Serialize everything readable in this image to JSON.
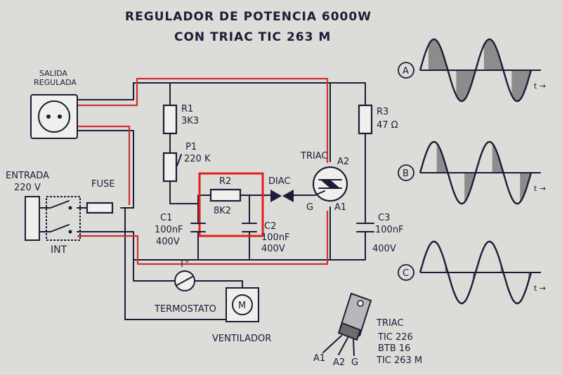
{
  "title": {
    "line1": "REGULADOR DE POTENCIA 6000W",
    "line2": "CON TRIAC TIC 263 M"
  },
  "labels": {
    "salida1": "SALIDA",
    "salida2": "REGULADA",
    "entrada1": "ENTRADA",
    "entrada2": "220 V",
    "fuse": "FUSE",
    "int": "INT",
    "r1": "R1",
    "r1v": "3K3",
    "p1": "P1",
    "p1v": "220 K",
    "r2": "R2",
    "r2v": "8K2",
    "diac": "DIAC",
    "triac": "TRIAC",
    "a2": "A2",
    "a1": "A1",
    "g": "G",
    "r3": "R3",
    "r3v": "47 Ω",
    "c1": "C1",
    "c1a": "100nF",
    "c1b": "400V",
    "c2": "C2",
    "c2a": "100nF",
    "c2b": "400V",
    "c3": "C3",
    "c3a": "100nF",
    "c3b": "400V",
    "to": "T°",
    "termostato": "TERMOSTATO",
    "m": "M",
    "ventilador": "VENTILADOR",
    "wave_a": "A",
    "wave_b": "B",
    "wave_c": "C",
    "t_axis": "t →",
    "pkg_triac": "TRIAC",
    "pkg_l1": "TIC 226",
    "pkg_l2": "BTB 16",
    "pkg_l3": "TIC 263 M",
    "pin_a1": "A1",
    "pin_a2": "A2",
    "pin_g": "G"
  },
  "colors": {
    "ink": "#1c1c38",
    "wire_highlight": "#d03030",
    "selection_box": "#e02020",
    "paper": "#dcdcd9"
  },
  "waveforms": [
    {
      "label": "A",
      "conduction_fraction": 0.7
    },
    {
      "label": "B",
      "conduction_fraction": 0.4
    },
    {
      "label": "C",
      "conduction_fraction": 0.1
    }
  ]
}
